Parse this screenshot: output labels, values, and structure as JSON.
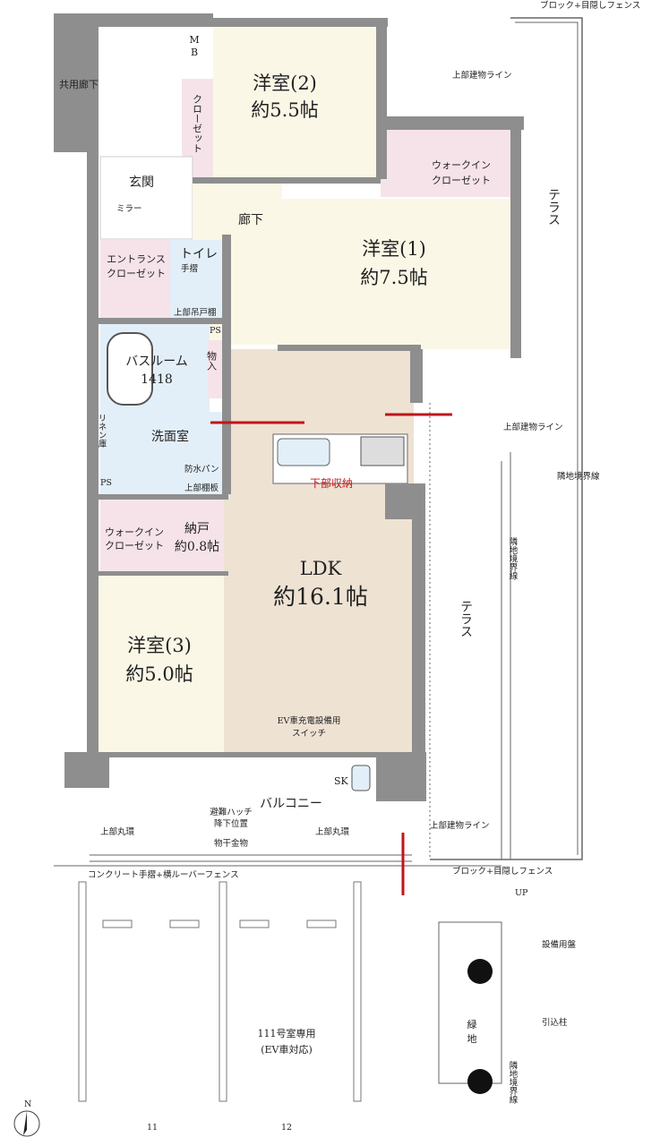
{
  "rooms": {
    "western2": {
      "name": "洋室(2)",
      "size": "約5.5帖"
    },
    "western1": {
      "name": "洋室(1)",
      "size": "約7.5帖"
    },
    "western3": {
      "name": "洋室(3)",
      "size": "約5.0帖"
    },
    "ldk": {
      "name": "LDK",
      "size": "約16.1帖"
    },
    "storeroom": {
      "name": "納戸",
      "size": "約0.8帖"
    },
    "bathroom": {
      "name": "バスルーム",
      "size": "1418"
    },
    "entrance": "玄関",
    "hallway": "廊下",
    "common_corridor": "共用廊下",
    "washroom": "洗面室",
    "toilet": "トイレ",
    "balcony": "バルコニー",
    "terrace": "テラス"
  },
  "labels": {
    "mb": [
      "M",
      "B"
    ],
    "closet": "クローゼット",
    "walkin_top": [
      "ウォークイン",
      "クローゼット"
    ],
    "walkin_left": [
      "ウォークイン",
      "クローゼット"
    ],
    "entrance_closet": [
      "エントランス",
      "クローゼット"
    ],
    "mirror": "ミラー",
    "handrail": "手摺",
    "upper_cabinet": "上部吊戸棚",
    "ps": "PS",
    "storage": "物入",
    "linen": "リネン庫",
    "waterproof_pan": "防水パン",
    "upper_shelf": "上部棚板",
    "under_storage": "下部収納",
    "ev_switch": [
      "EV車充電設備用",
      "スイッチ"
    ],
    "sk": "SK",
    "upper_building_line": "上部建物ライン",
    "boundary": "隣地境界線",
    "block_fence": "ブロック+目隠しフェンス",
    "evac_hatch": [
      "避難ハッチ",
      "降下位置"
    ],
    "drying_hardware": "物干金物",
    "upper_ring": "上部丸環",
    "railing": "コンクリート手摺+横ルーバーフェンス",
    "up": "UP",
    "equipment_panel": "設備用盤",
    "green": [
      "緑",
      "地"
    ],
    "lead_pole": "引込柱",
    "parking": [
      "111号室専用",
      "(EV車対応)"
    ],
    "parking_numbers": [
      "11",
      "12"
    ],
    "north": "N"
  },
  "colors": {
    "cream": "#fbf7e6",
    "pink": "#f6e3ea",
    "blue": "#e3eff8",
    "ldk": "#eee2d3",
    "wall": "#8e8e8e",
    "arrow": "#c0141a"
  }
}
